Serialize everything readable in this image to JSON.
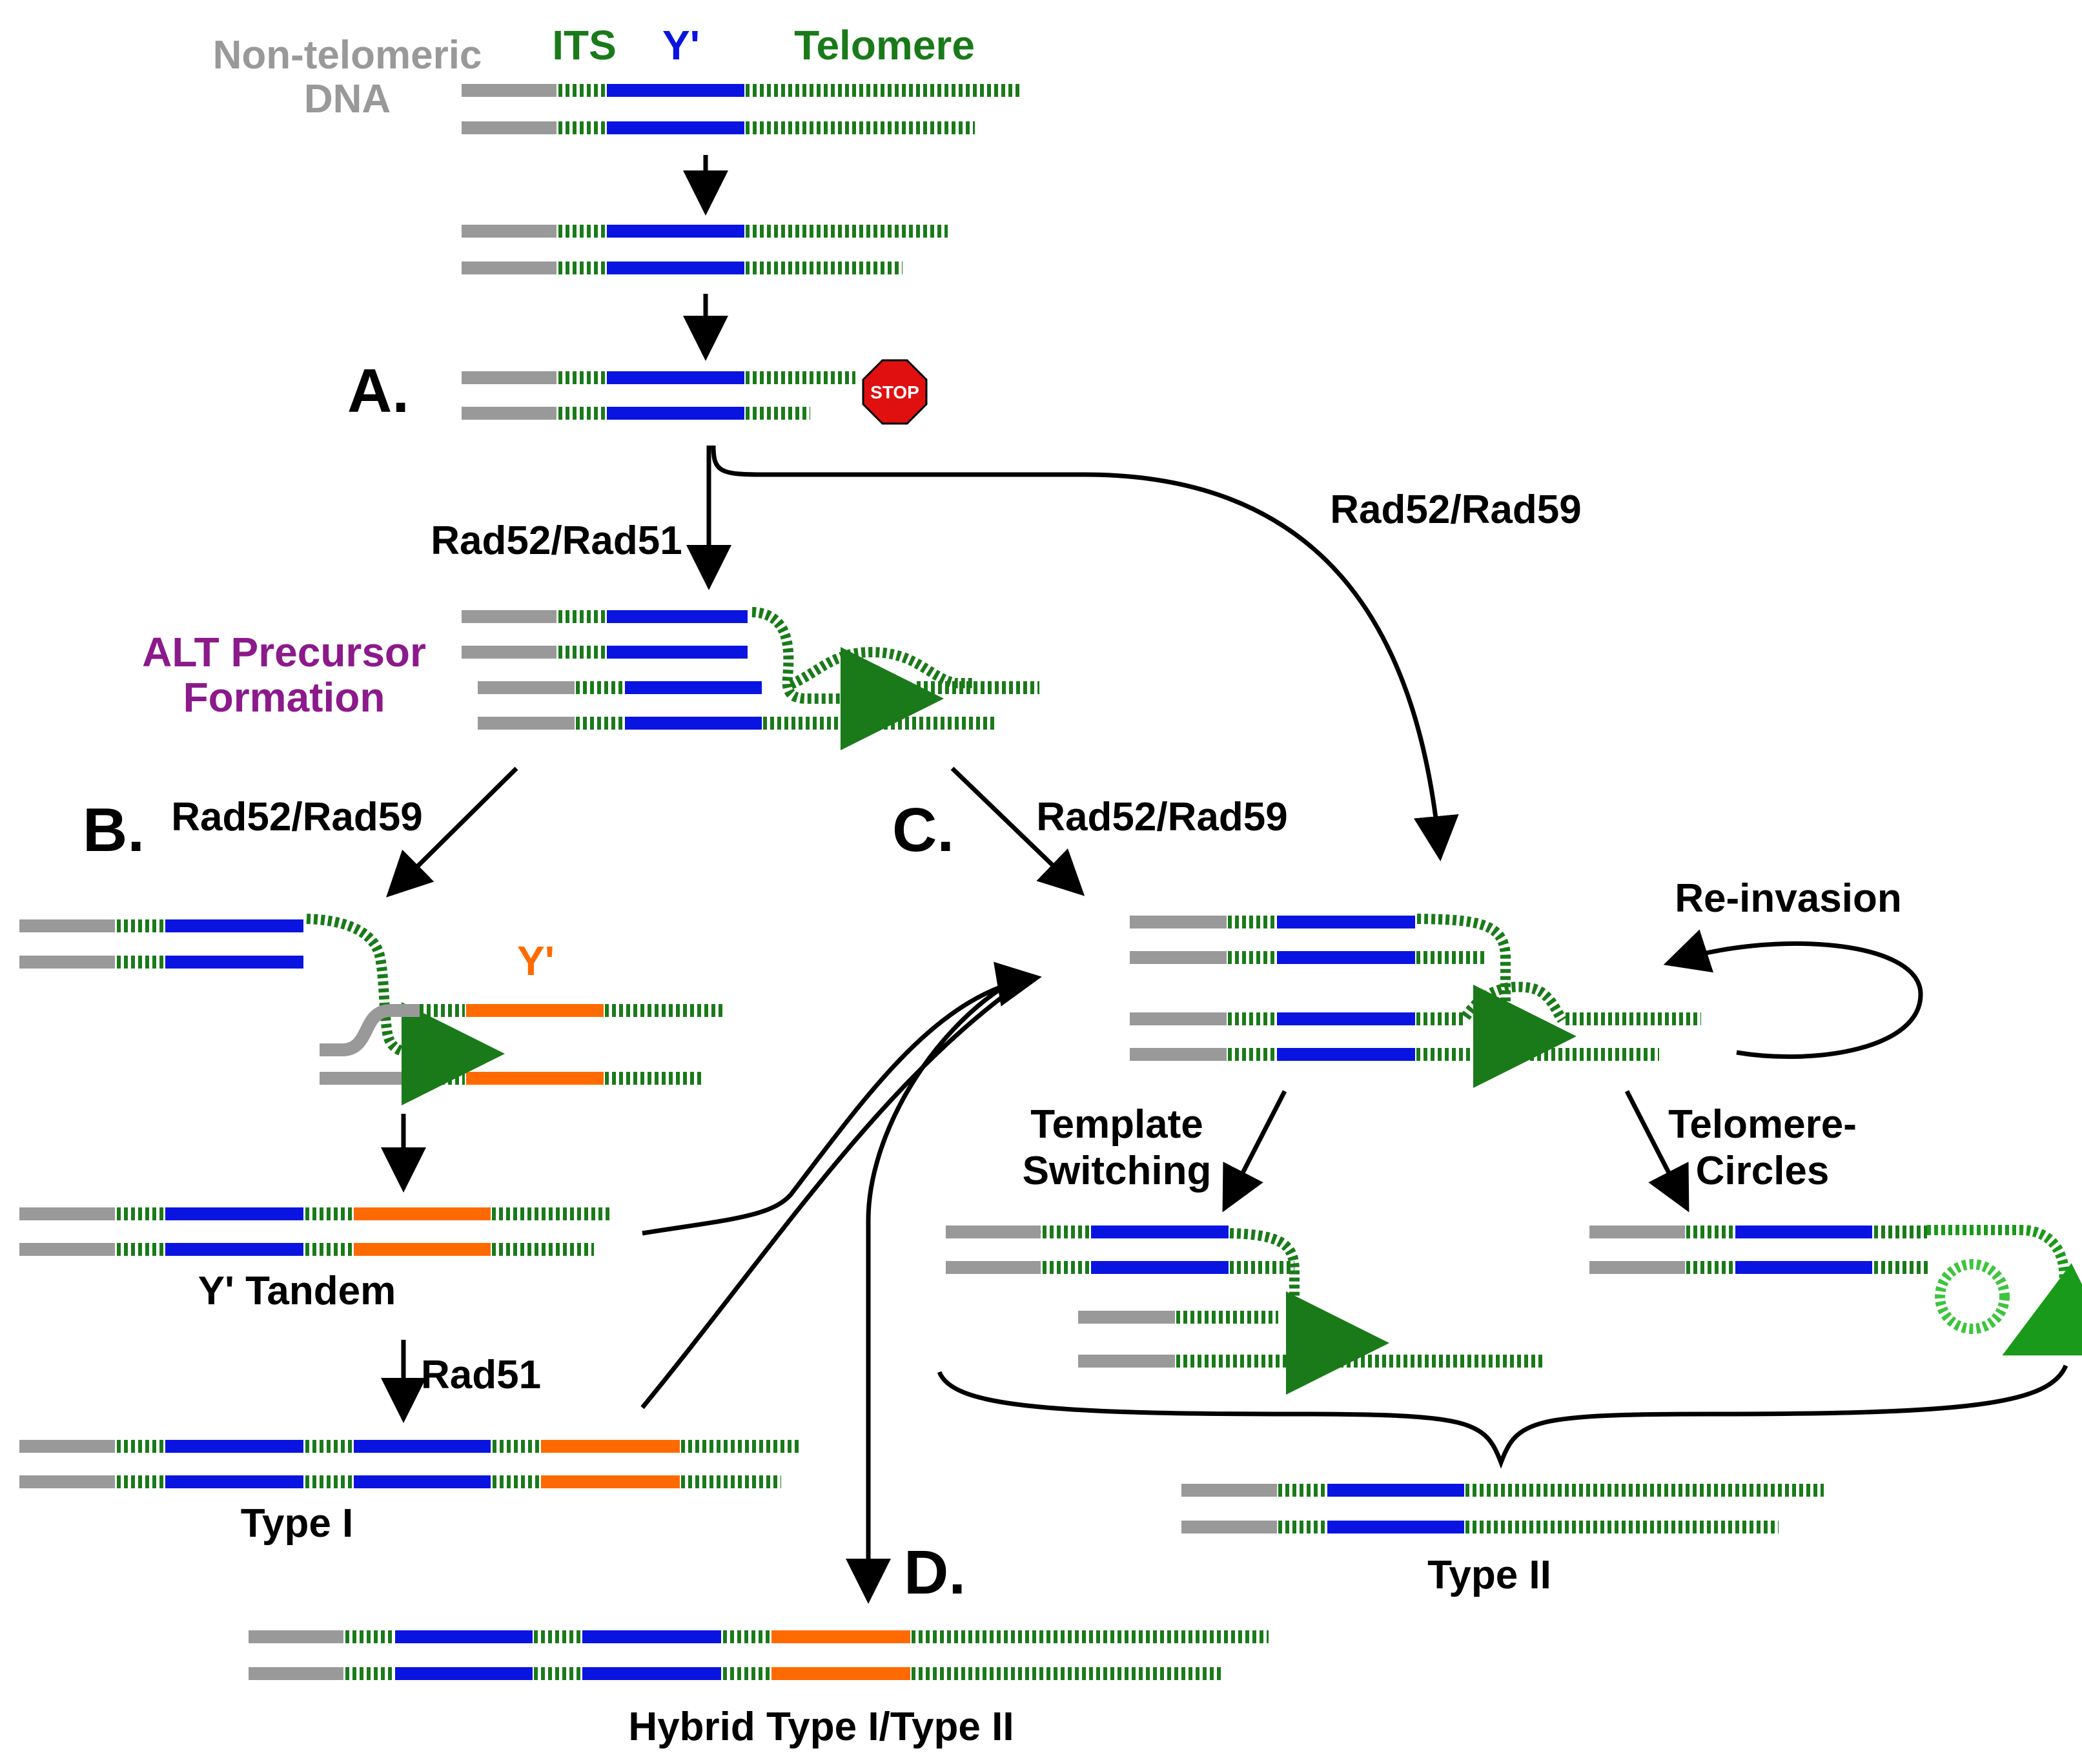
{
  "labels": {
    "non_telomeric_line1": "Non-telomeric",
    "non_telomeric_line2": "DNA",
    "its": "ITS",
    "y_prime": "Y'",
    "telomere": "Telomere",
    "step_a": "A.",
    "step_b": "B.",
    "step_c": "C.",
    "step_d": "D.",
    "stop_sign": "STOP",
    "rad52_rad51": "Rad52/Rad51",
    "rad52_rad59_top": "Rad52/Rad59",
    "rad52_rad59_b": "Rad52/Rad59",
    "rad52_rad59_c": "Rad52/Rad59",
    "rad51": "Rad51",
    "alt_line1": "ALT Precursor",
    "alt_line2": "Formation",
    "orange_y_prime": "Y'",
    "y_tandem": "Y' Tandem",
    "type_i": "Type I",
    "re_invasion": "Re-invasion",
    "template_line1": "Template",
    "template_line2": "Switching",
    "circles_line1": "Telomere-",
    "circles_line2": "Circles",
    "type_ii": "Type II",
    "hybrid": "Hybrid Type I/Type II"
  },
  "colors": {
    "non_telomeric": "#999999",
    "its": "#1a7a1a",
    "y_prime": "#0a14e0",
    "y_prime_alt": "#ff6a00",
    "telomere": "#1a7a1a",
    "alt_precursor": "#8b1a8b",
    "stop": "#e01010",
    "arrow": "#000000",
    "circle": "#3ec43e"
  }
}
